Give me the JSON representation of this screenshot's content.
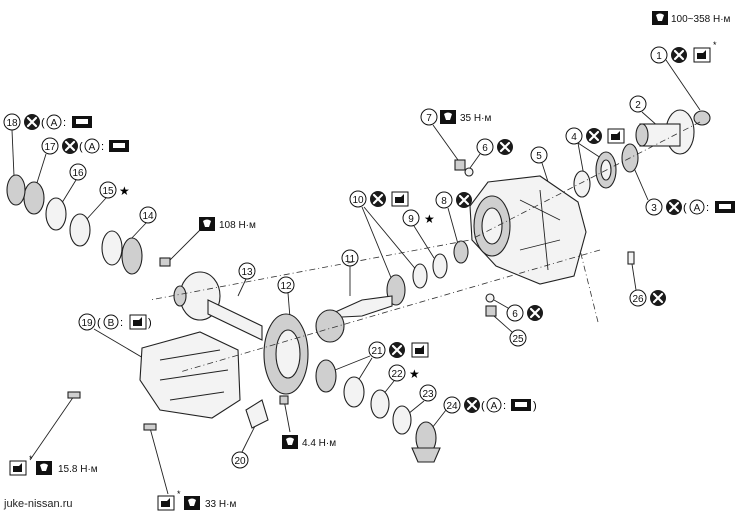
{
  "watermark": "juke-nissan.ru",
  "torque_specs": {
    "t1": "100~358 Н·м",
    "t7": "35 Н·м",
    "t14": "108 Н·м",
    "t20": "4.4 Н·м",
    "t19_bolt": "15.8 Н·м",
    "t_bottom": "33 Н·м"
  },
  "callouts": [
    "1",
    "2",
    "3",
    "4",
    "5",
    "6",
    "7",
    "8",
    "9",
    "10",
    "11",
    "12",
    "13",
    "14",
    "15",
    "16",
    "17",
    "18",
    "19",
    "20",
    "21",
    "22",
    "23",
    "24",
    "25",
    "26",
    "6"
  ],
  "lube_codes": {
    "A": "A",
    "B": "B"
  },
  "symbols": {
    "star": "★",
    "asterisk": "*",
    "colon": ":"
  }
}
